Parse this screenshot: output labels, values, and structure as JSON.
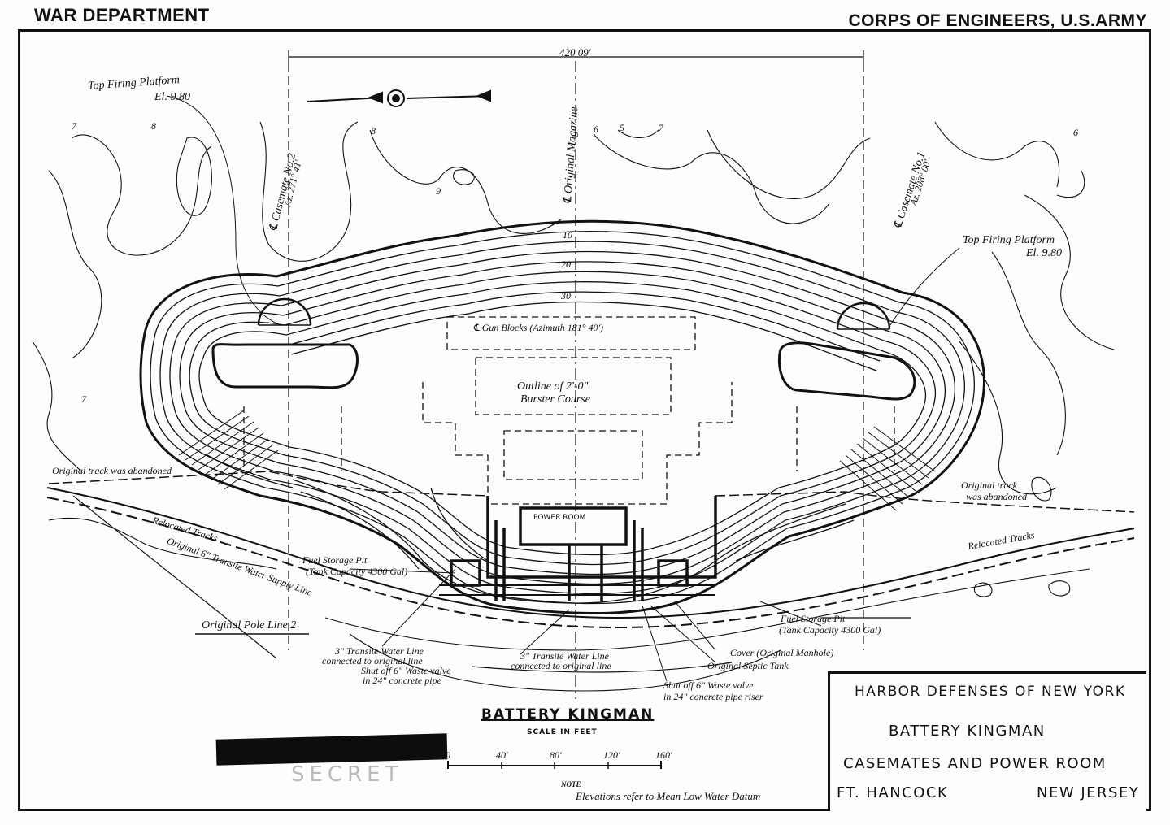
{
  "header": {
    "left": "WAR DEPARTMENT",
    "right": "CORPS OF ENGINEERS, U.S.ARMY"
  },
  "dimension": "420 09'",
  "labels": {
    "top_firing_left": "Top Firing Platform",
    "top_firing_left_el": "El. 9.80",
    "top_firing_right": "Top Firing Platform",
    "top_firing_right_el": "El. 9.80",
    "casemate_2": "℄ Casemate No.2",
    "casemate_2_az": "Az. 271° 41'",
    "casemate_1": "℄ Casemate No.1",
    "casemate_1_az": "Az. 208° 00'",
    "original_magazine": "℄ Original Magazine",
    "gun_blocks": "℄ Gun Blocks (Azimuth 181° 49')",
    "burster_1": "Outline of 2'-0\"",
    "burster_2": "Burster Course",
    "power_room": "POWER ROOM",
    "track_left": "Original track was abandoned",
    "track_right_1": "Original track",
    "track_right_2": "was abandoned",
    "relocated_left": "Relocated Tracks",
    "relocated_right": "Relocated Tracks",
    "fuel_left_1": "Fuel Storage Pit",
    "fuel_left_2": "(Tank Capacity 4300 Gal)",
    "fuel_right_1": "Fuel Storage Pit",
    "fuel_right_2": "(Tank Capacity 4300 Gal)",
    "water_supply": "Original 6\" Transite Water Supply Line",
    "pole_line": "Original Pole Line 2",
    "transite_left_1": "3\" Transite Water Line",
    "transite_left_2": "connected to original line",
    "shutoff_left_1": "Shut off 6\" Waste valve",
    "shutoff_left_2": "in 24\" concrete pipe",
    "transite_mid_1": "3\" Transite Water Line",
    "transite_mid_2": "connected to original line",
    "cover": "Cover (Original Manhole)",
    "septic": "Original Septic Tank",
    "shutoff_right_1": "Shut off 6\" Waste valve",
    "shutoff_right_2": "in 24\" concrete pipe riser"
  },
  "contours": [
    "7",
    "8",
    "9",
    "10",
    "20",
    "30",
    "6",
    "5",
    "7",
    "8",
    "6",
    "7"
  ],
  "scale": {
    "title": "BATTERY KINGMAN",
    "subtitle": "SCALE IN FEET",
    "ticks": [
      "0",
      "40'",
      "80'",
      "120'",
      "160'"
    ]
  },
  "note": {
    "title": "NOTE",
    "text": "Elevations refer to Mean Low Water Datum"
  },
  "title_block": {
    "line1": "HARBOR DEFENSES OF NEW YORK",
    "line2": "BATTERY KINGMAN",
    "line3": "CASEMATES AND POWER ROOM",
    "line4_left": "FT. HANCOCK",
    "line4_right": "NEW JERSEY"
  },
  "stamp_remnant": "SECRET"
}
